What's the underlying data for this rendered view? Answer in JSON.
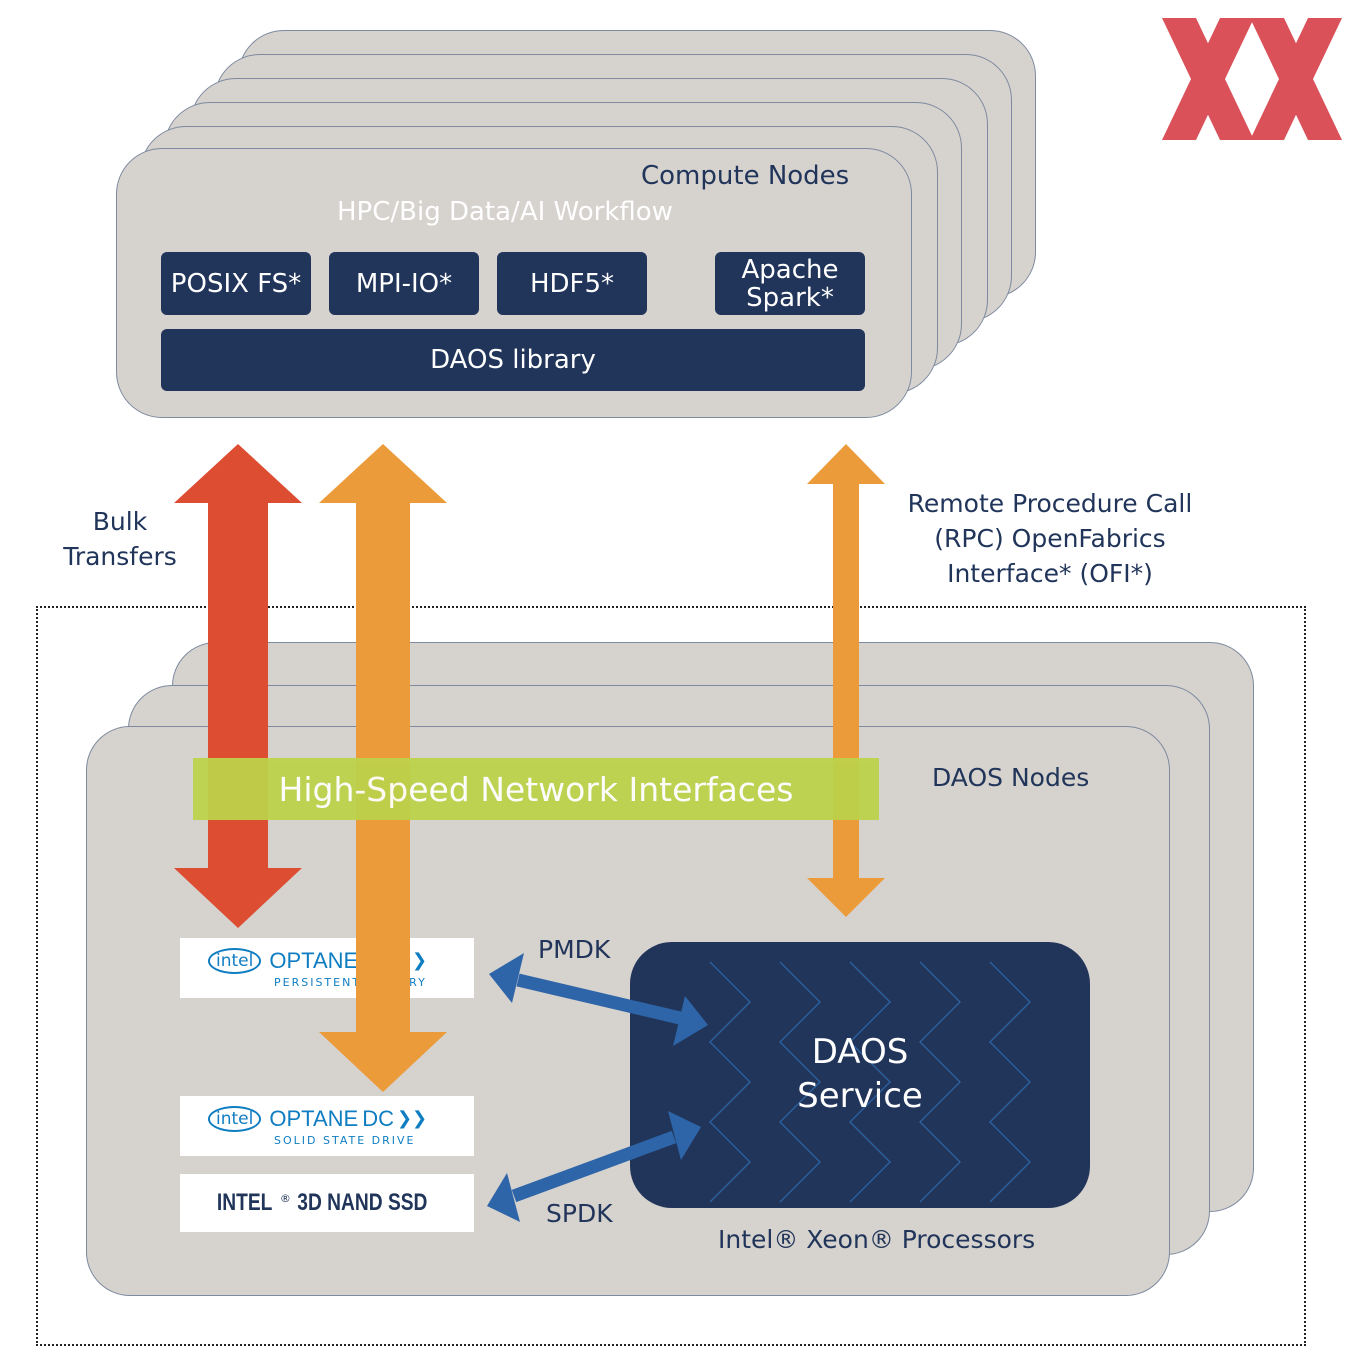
{
  "compute": {
    "title": "Compute Nodes",
    "subtitle": "HPC/Big Data/AI Workflow",
    "apps": [
      {
        "label": "POSIX FS*"
      },
      {
        "label": "MPI-IO*"
      },
      {
        "label": "HDF5*"
      },
      {
        "label": "Apache\nSpark*"
      }
    ],
    "library": "DAOS library"
  },
  "labels": {
    "bulk": "Bulk\nTransfers",
    "rpc": "Remote Procedure Call\n(RPC) OpenFabrics\nInterface* (OFI*)",
    "network": "High-Speed Network Interfaces",
    "daos_nodes": "DAOS Nodes",
    "pmdk": "PMDK",
    "spdk": "SPDK",
    "xeon": "Intel® Xeon® Processors"
  },
  "service": {
    "label": "DAOS\nService"
  },
  "storage": {
    "optane_pm": {
      "brand": "intel",
      "product": "OPTANE",
      "suffix": "DC",
      "sub": "PERSISTENT MEMORY"
    },
    "optane_ssd": {
      "brand": "intel",
      "product": "OPTANE",
      "suffix": "DC",
      "sub": "SOLID STATE DRIVE"
    },
    "nand": {
      "brand": "INTEL",
      "product": "3D NAND SSD"
    }
  },
  "colors": {
    "card": "#d6d2ce",
    "navy": "#21355a",
    "red_arrow": "#dd4d31",
    "orange_arrow": "#ec9b3b",
    "blue_arrow": "#2e65a8",
    "green_bar": "#bdd24a",
    "intel_blue": "#0f7dc2",
    "logo_red": "#d63a44"
  }
}
